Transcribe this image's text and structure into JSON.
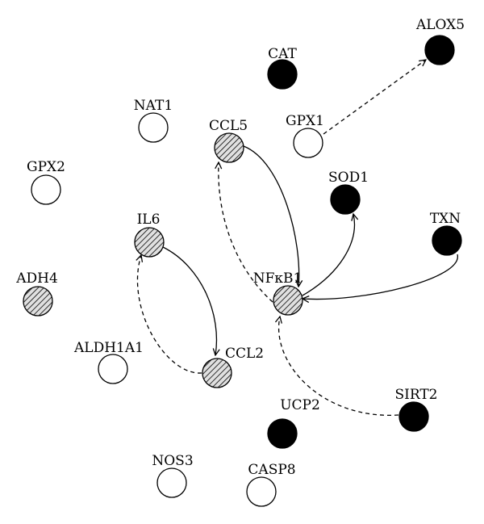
{
  "diagram": {
    "nodes": {
      "alox5": {
        "label": "ALOX5",
        "style": "filled"
      },
      "cat": {
        "label": "CAT",
        "style": "filled"
      },
      "nat1": {
        "label": "NAT1",
        "style": "empty"
      },
      "gpx1": {
        "label": "GPX1",
        "style": "empty"
      },
      "ccl5": {
        "label": "CCL5",
        "style": "hatched"
      },
      "gpx2": {
        "label": "GPX2",
        "style": "empty"
      },
      "sod1": {
        "label": "SOD1",
        "style": "filled"
      },
      "il6": {
        "label": "IL6",
        "style": "hatched"
      },
      "txn": {
        "label": "TXN",
        "style": "filled"
      },
      "adh4": {
        "label": "ADH4",
        "style": "hatched"
      },
      "nfkb1": {
        "label": "NFκB1",
        "style": "hatched"
      },
      "aldh1a1": {
        "label": "ALDH1A1",
        "style": "empty"
      },
      "ccl2": {
        "label": "CCL2",
        "style": "hatched"
      },
      "ucp2": {
        "label": "UCP2",
        "style": "filled"
      },
      "sirt2": {
        "label": "SIRT2",
        "style": "filled"
      },
      "nos3": {
        "label": "NOS3",
        "style": "empty"
      },
      "casp8": {
        "label": "CASP8",
        "style": "empty"
      }
    },
    "edges": [
      {
        "from": "gpx1",
        "to": "alox5",
        "style": "dashed"
      },
      {
        "from": "nfkb1",
        "to": "ccl5",
        "style": "dashed"
      },
      {
        "from": "ccl5",
        "to": "nfkb1",
        "style": "solid"
      },
      {
        "from": "nfkb1",
        "to": "sod1",
        "style": "solid"
      },
      {
        "from": "txn",
        "to": "nfkb1",
        "style": "solid"
      },
      {
        "from": "il6",
        "to": "ccl2",
        "style": "solid"
      },
      {
        "from": "ccl2",
        "to": "il6",
        "style": "dashed"
      },
      {
        "from": "sirt2",
        "to": "nfkb1",
        "style": "dashed"
      }
    ],
    "colors": {
      "filled": "#000000",
      "empty": "#ffffff",
      "hatch_background": "#e0e0e0",
      "line": "#000000"
    }
  }
}
